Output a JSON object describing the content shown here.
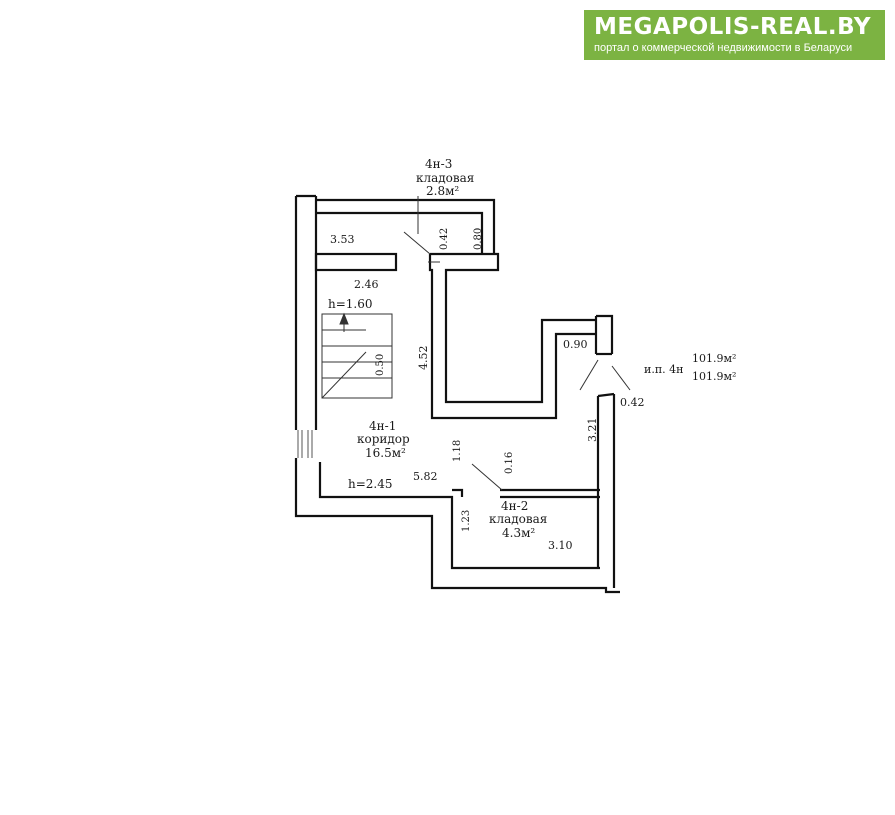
{
  "logo": {
    "title": "MEGAPOLIS-REAL.BY",
    "subtitle": "портал о коммерческой недвижимости в Беларуси",
    "bg_color": "#7cb342"
  },
  "plan": {
    "room3": {
      "id": "4н-3",
      "name": "кладовая",
      "area": "2.8м²"
    },
    "room1": {
      "id": "4н-1",
      "name": "коридор",
      "area": "16.5м²"
    },
    "room2": {
      "id": "4н-2",
      "name": "кладовая",
      "area": "4.3м²"
    },
    "total": {
      "label": "и.п. 4н",
      "area1": "101.9м²",
      "area2": "101.9м²"
    },
    "heights": {
      "stair": "h=1.60",
      "floor": "h=2.45"
    },
    "dims": {
      "d353": "3.53",
      "d042a": "0.42",
      "d080": "0.80",
      "d246": "2.46",
      "d452": "4.52",
      "d090": "0.90",
      "d042b": "0.42",
      "d321": "3.21",
      "d050": "0.50",
      "d118": "1.18",
      "d016": "0.16",
      "d582": "5.82",
      "d123": "1.23",
      "d310": "3.10"
    }
  }
}
